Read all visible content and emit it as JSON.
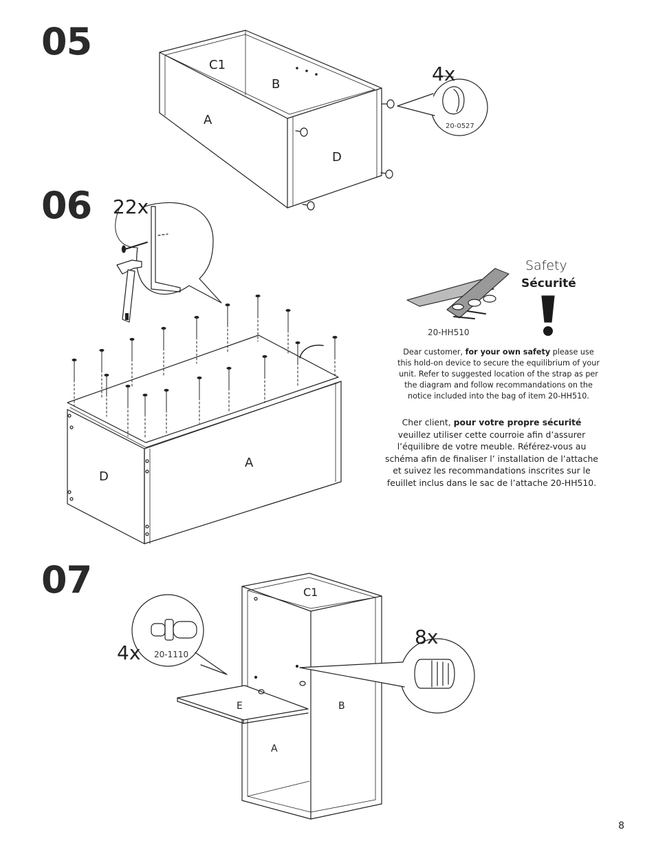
{
  "steps": [
    {
      "number": "05"
    },
    {
      "number": "06"
    },
    {
      "number": "07"
    }
  ],
  "step05": {
    "panel_labels": {
      "c1": "C1",
      "b": "B",
      "a": "A",
      "d": "D"
    },
    "callout_qty": "4x",
    "callout_part": "20-0527"
  },
  "step06": {
    "callout_qty": "22x",
    "panel_labels": {
      "d": "D",
      "a": "A"
    }
  },
  "safety": {
    "title_en": "Safety",
    "title_fr": "Sécurité",
    "part_code": "20-HH510",
    "note_en_lead": "Dear customer, ",
    "note_en_bold": "for your own safety",
    "note_en_rest": " please use this hold-on device to secure the equilibrium of your unit.  Refer to suggested location of the strap as per the diagram and follow recommandations on the notice included into the bag of item 20-HH510.",
    "note_fr_lead": "Cher client, ",
    "note_fr_bold": "pour votre propre sécurité",
    "note_fr_rest": " veuillez utiliser cette courroie afin d’assurer l’équilibre de votre meuble.  Référez-vous au schéma afin de finaliser l’ installation de l’attache et suivez les recommandations inscrites sur le feuillet inclus dans le sac de l’attache 20-HH510."
  },
  "step07": {
    "panel_labels": {
      "c1": "C1",
      "e": "E",
      "b": "B",
      "a": "A"
    },
    "callout_left_qty": "4x",
    "callout_left_part": "20-1110",
    "callout_right_qty": "8x"
  },
  "page_number": "8"
}
